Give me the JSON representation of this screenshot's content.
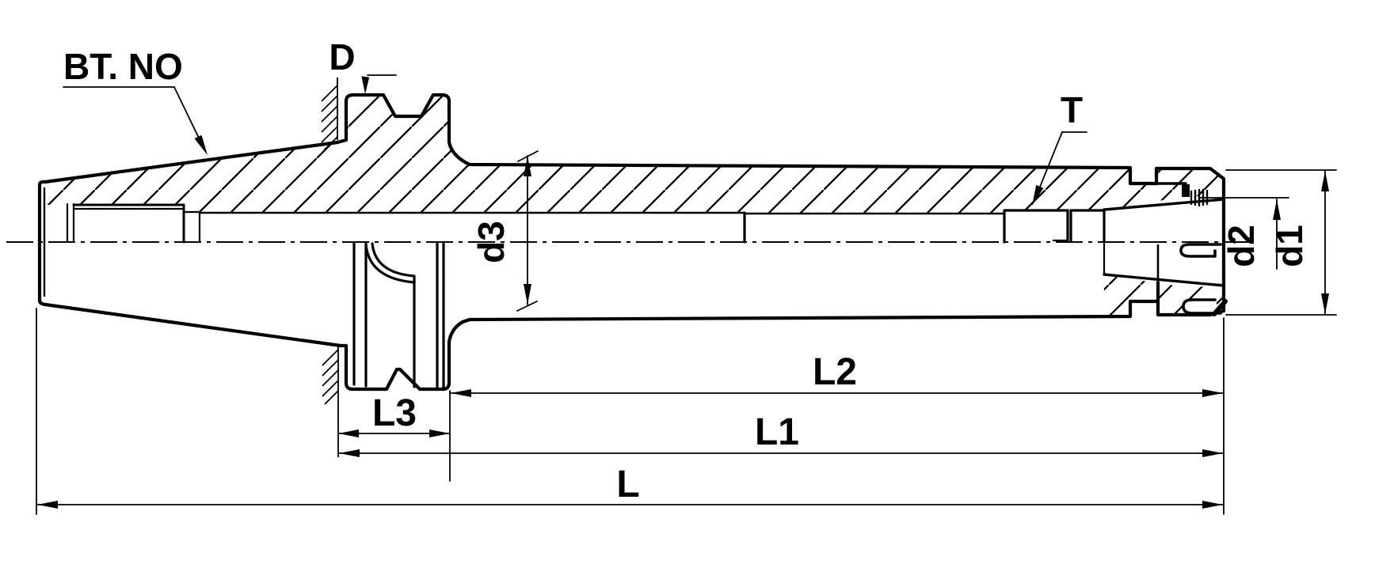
{
  "drawing": {
    "type": "engineering-section-drawing",
    "subject": "BT shank slim collet chuck tool holder, half-section side view",
    "colors": {
      "line": "#000000",
      "background": "#ffffff"
    },
    "labels": {
      "bt_no": "BT. NO",
      "flange_diameter": "D",
      "bore_label": "T",
      "shank_diameter": "d3",
      "nose_diameter": "d2",
      "nut_diameter": "d1",
      "flange_length": "L3",
      "projection_length": "L2",
      "gauge_length": "L1",
      "overall_length": "L"
    }
  }
}
